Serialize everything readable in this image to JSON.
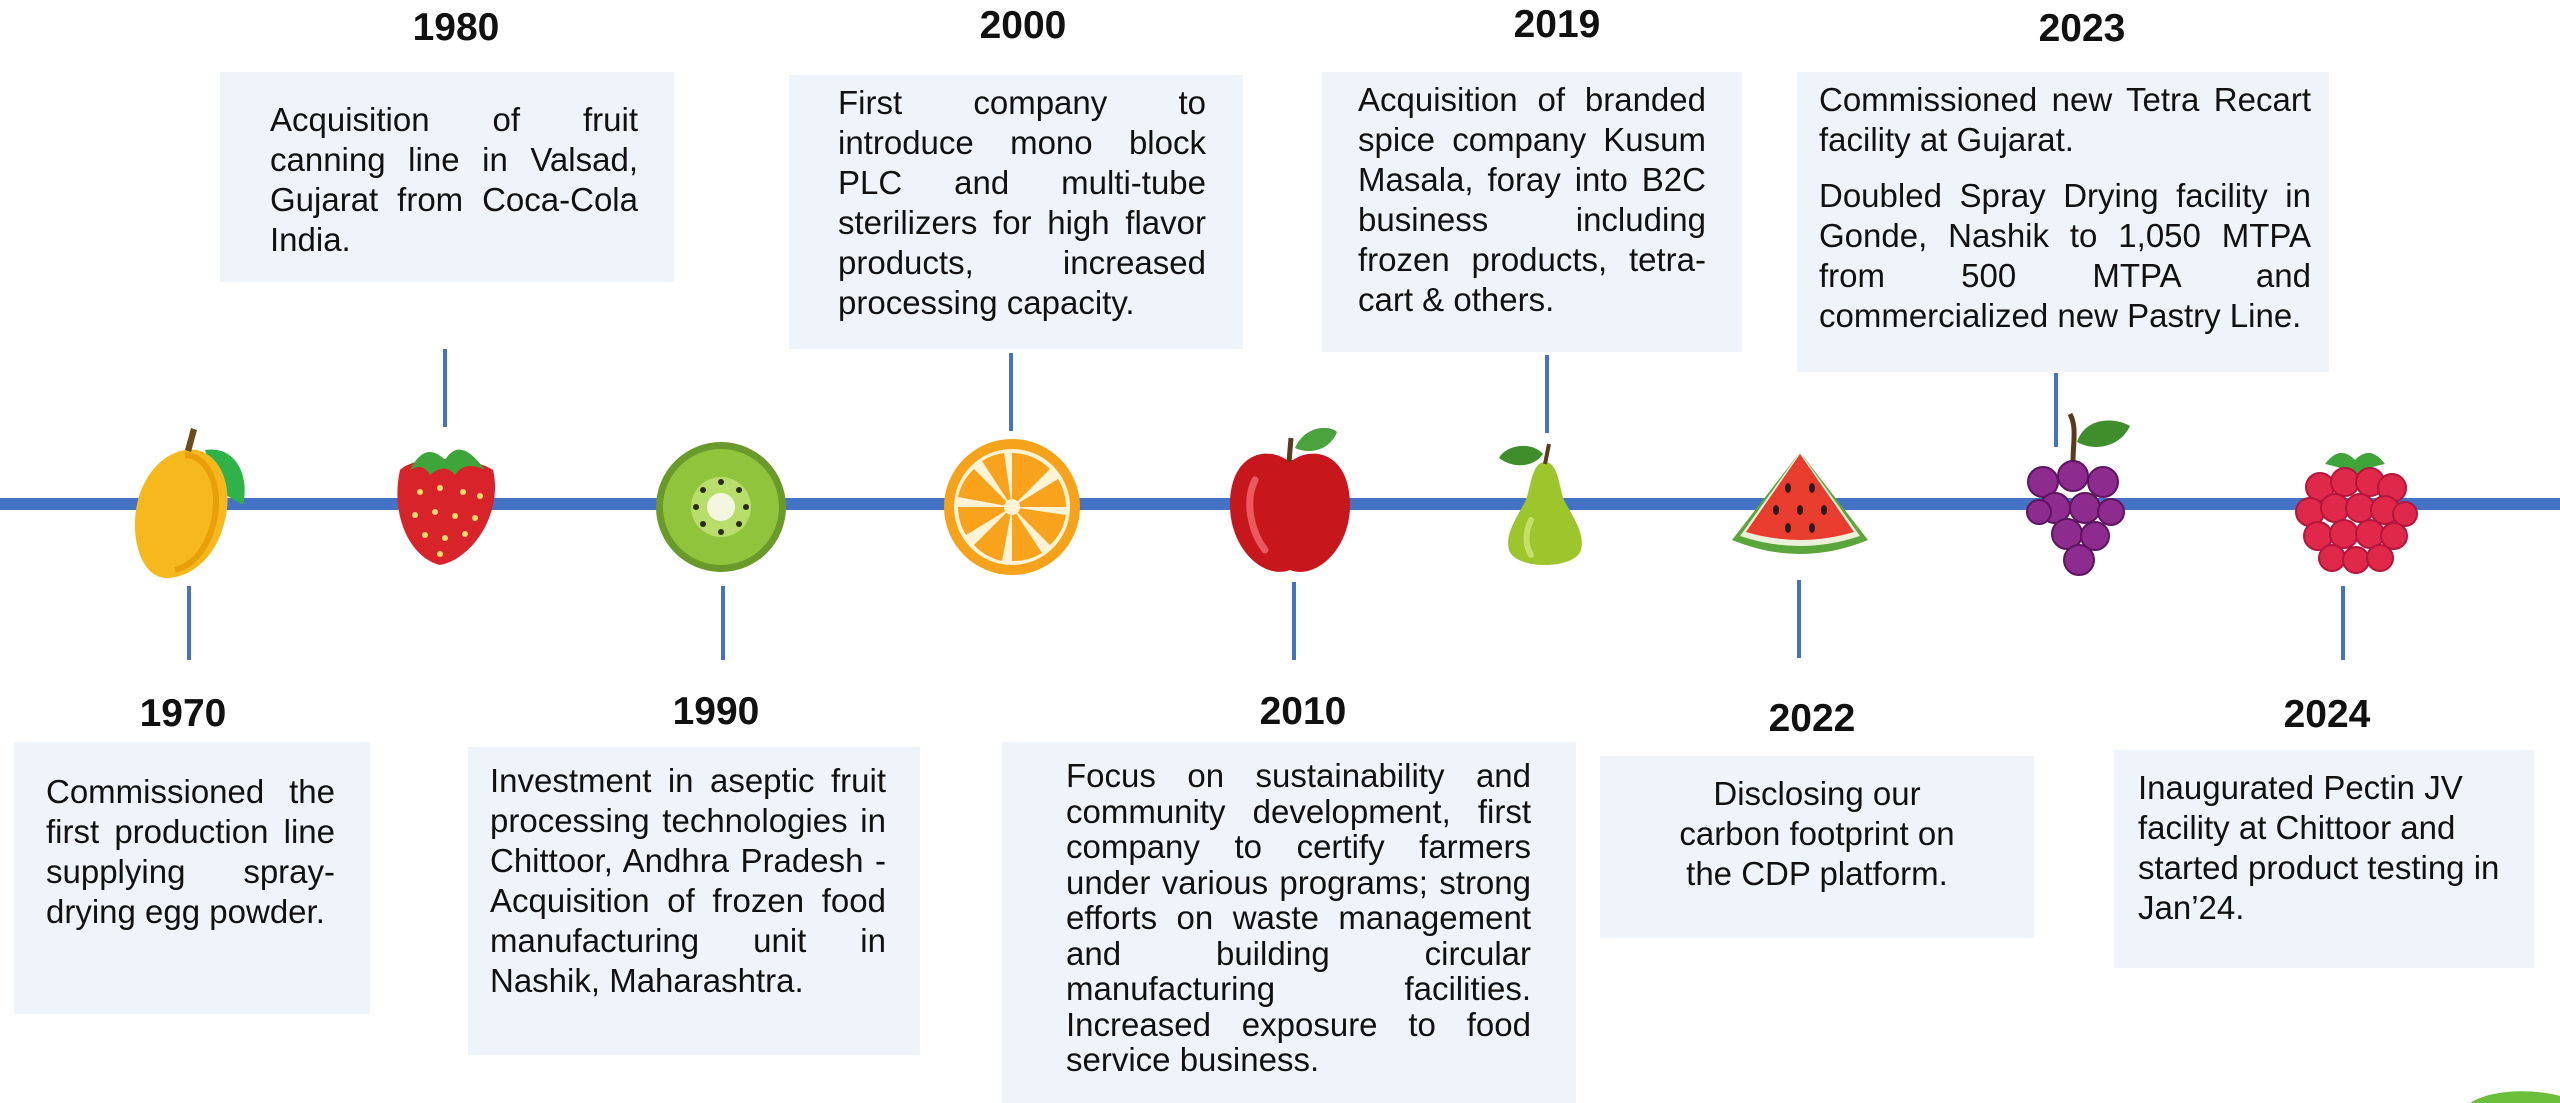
{
  "timeline": [
    {
      "year": "1970",
      "text": "Commissioned the first production line supplying spray-drying egg powder.",
      "icon": "mango-icon"
    },
    {
      "year": "1980",
      "text": "Acquisition of fruit canning line in Valsad, Gujarat from Coca-Cola India.",
      "icon": "strawberry-icon"
    },
    {
      "year": "1990",
      "text": "Investment in aseptic fruit processing technologies in Chittoor, Andhra Pradesh - Acquisition of frozen food manufacturing unit in Nashik, Maharashtra.",
      "icon": "kiwi-icon"
    },
    {
      "year": "2000",
      "text": "First company to introduce mono block PLC and multi-tube sterilizers for high flavor products, increased processing capacity.",
      "icon": "orange-slice-icon"
    },
    {
      "year": "2010",
      "text": "Focus on sustainability and community development, first company to certify farmers under various programs; strong efforts on waste management and building circular manufacturing facilities. Increased exposure to food service business.",
      "icon": "apple-icon"
    },
    {
      "year": "2019",
      "text": "Acquisition of branded spice company Kusum Masala, foray into B2C business including frozen products, tetra-cart & others.",
      "icon": "pear-icon"
    },
    {
      "year": "2022",
      "text": "Disclosing our carbon footprint on the CDP platform.",
      "icon": "watermelon-icon"
    },
    {
      "year": "2023",
      "text": "Commissioned new Tetra Recart facility at Gujarat.",
      "text2": "Doubled Spray Drying facility in Gonde, Nashik to 1,050 MTPA from 500 MTPA and commercialized new Pastry Line.",
      "icon": "grapes-icon"
    },
    {
      "year": "2024",
      "text": "Inaugurated Pectin JV facility at Chittoor and started product testing in Jan’24.",
      "icon": "raspberry-icon"
    }
  ],
  "colors": {
    "axis": "#4472c4",
    "box": "#eef4f9"
  }
}
